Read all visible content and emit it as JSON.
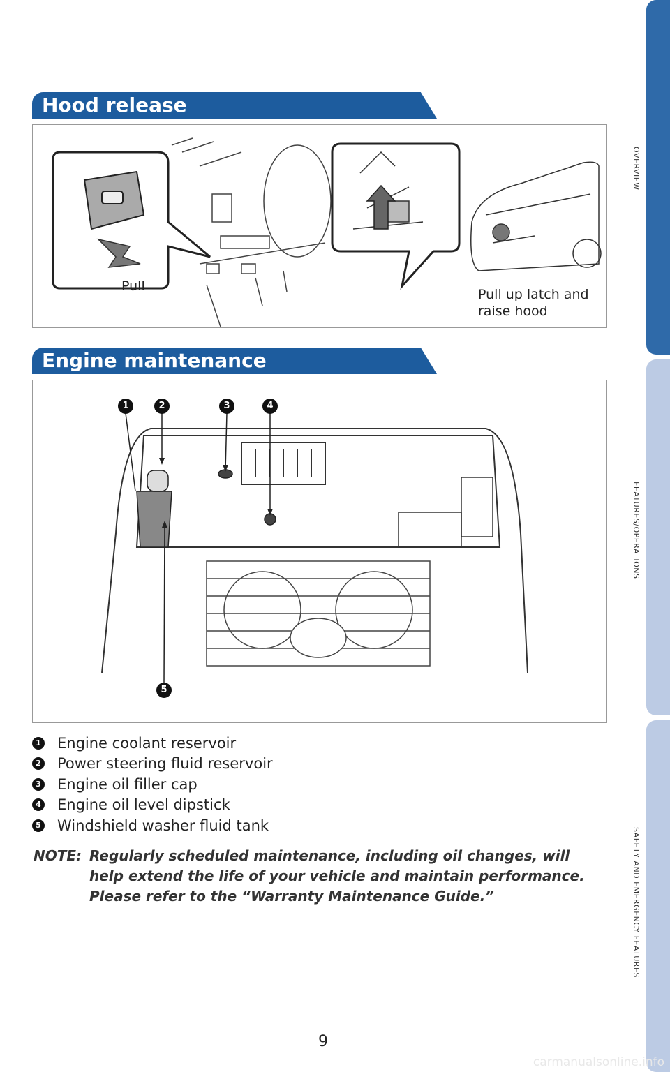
{
  "side_tabs": [
    "OVERVIEW",
    "FEATURES/OPERATIONS",
    "SAFETY AND EMERGENCY FEATURES"
  ],
  "sections": {
    "hood": {
      "title": "Hood release",
      "caption_pull": "Pull",
      "caption_raise_line1": "Pull up latch and",
      "caption_raise_line2": "raise hood"
    },
    "engine": {
      "title": "Engine maintenance",
      "markers": [
        "1",
        "2",
        "3",
        "4",
        "5"
      ]
    }
  },
  "legend": [
    {
      "num": "1",
      "text": "Engine coolant reservoir"
    },
    {
      "num": "2",
      "text": "Power steering fluid reservoir"
    },
    {
      "num": "3",
      "text": "Engine oil filler cap"
    },
    {
      "num": "4",
      "text": "Engine oil level dipstick"
    },
    {
      "num": "5",
      "text": "Windshield washer fluid tank"
    }
  ],
  "note": {
    "label": "NOTE:",
    "body": "Regularly scheduled maintenance, including oil changes, will help extend the life of your vehicle and maintain performance. Please refer to the “Warranty Maintenance Guide.”"
  },
  "page_number": "9",
  "watermark": "carmanualsonline.info"
}
